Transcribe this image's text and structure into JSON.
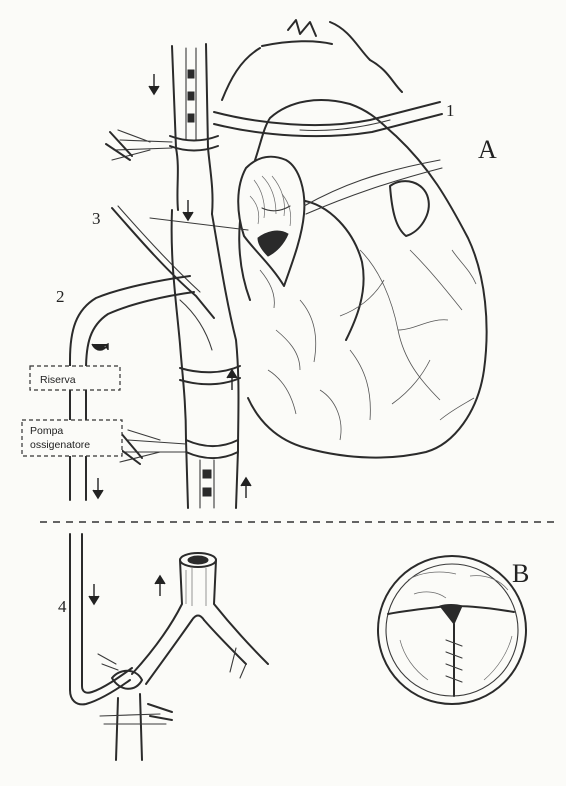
{
  "panels": {
    "a": {
      "label": "A"
    },
    "b": {
      "label": "B"
    }
  },
  "callouts": [
    "1",
    "2",
    "3",
    "4"
  ],
  "boxes": {
    "riserva": "Riserva",
    "pompa_line1": "Pompa",
    "pompa_line2": "ossigenatore"
  }
}
